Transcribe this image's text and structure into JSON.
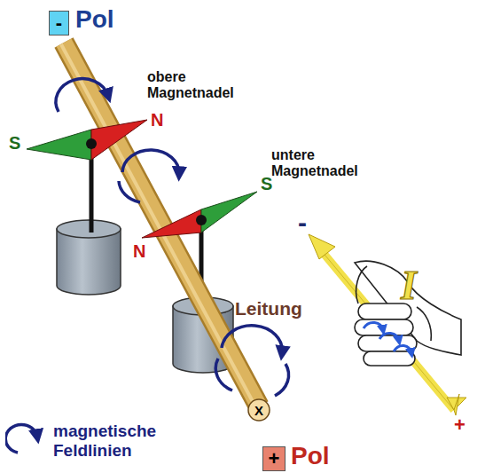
{
  "diagram": {
    "nodes": [
      {
        "text": [
          "-"
        ]
      },
      {
        "text": [
          "X"
        ]
      },
      {
        "text": [
          "+"
        ]
      }
    ],
    "labels": [
      "Pol",
      "obere Magnetnadel",
      "S",
      "N",
      "untere Magnetnadel",
      "S",
      "N",
      "Leitung",
      "-",
      "I",
      "+",
      "Pol"
    ],
    "legend": [
      {
        "text": "magnetische Feldlinien"
      }
    ]
  }
}
